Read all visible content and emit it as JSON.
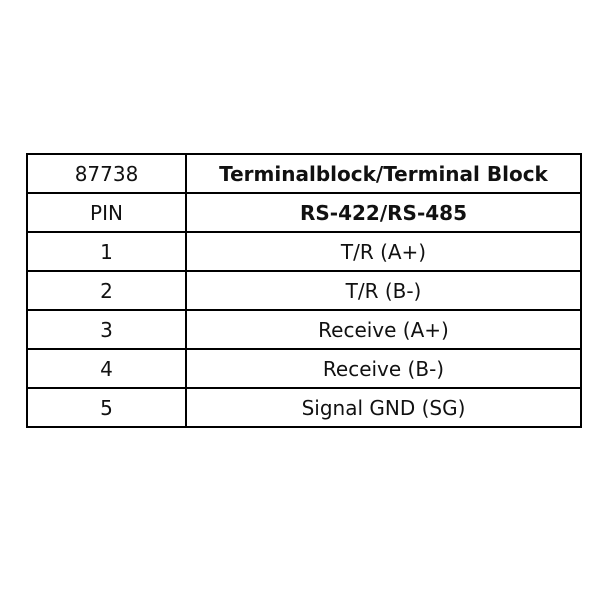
{
  "table": {
    "header": {
      "part_number": "87738",
      "connector": "Terminalblock/Terminal Block"
    },
    "subheader": {
      "pin_label": "PIN",
      "protocol": "RS-422/RS-485"
    },
    "rows": [
      {
        "pin": "1",
        "signal": "T/R (A+)"
      },
      {
        "pin": "2",
        "signal": "T/R (B-)"
      },
      {
        "pin": "3",
        "signal": "Receive (A+)"
      },
      {
        "pin": "4",
        "signal": "Receive (B-)"
      },
      {
        "pin": "5",
        "signal": "Signal GND (SG)"
      }
    ]
  }
}
